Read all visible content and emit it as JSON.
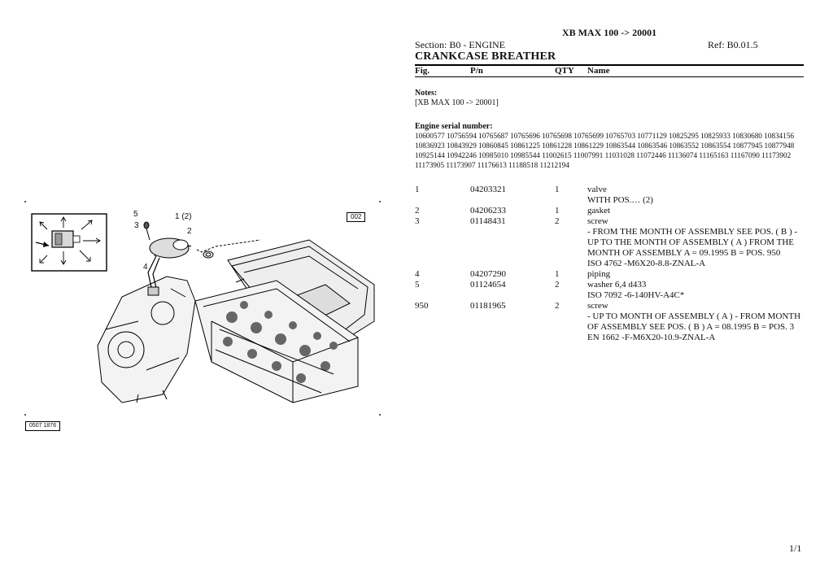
{
  "header": {
    "title": "XB MAX 100 -> 20001",
    "section": "Section: B0 - ENGINE",
    "ref": "Ref: B0.01.5",
    "part_title": "CRANKCASE BREATHER"
  },
  "columns": {
    "fig": "Fig.",
    "pn": "P/n",
    "qty": "QTY",
    "name": "Name"
  },
  "notes": {
    "label": "Notes:",
    "value": "[XB MAX 100 -> 20001]"
  },
  "engine_serial": {
    "label": "Engine serial number:",
    "numbers": "10600577 10756594 10765687 10765696 10765698 10765699 10765703 10771129 10825295 10825933 10830680 10834156 10836923 10843929 10860845 10861225 10861228 10861229 10863544 10863546 10863552 10863554 10877945 10877948 10925144 10942246 10985010 10985544 11002615 11007991 11031028 11072446 11136074 11165163 11167090 11173902 11173905 11173907 11176613 11188518 11212194"
  },
  "parts": [
    {
      "fig": "1",
      "pn": "04203321",
      "qty": "1",
      "name": "valve"
    },
    {
      "fig": "",
      "pn": "",
      "qty": "",
      "name": "WITH POS.… (2)"
    },
    {
      "fig": "2",
      "pn": "04206233",
      "qty": "1",
      "name": "gasket"
    },
    {
      "fig": "3",
      "pn": "01148431",
      "qty": "2",
      "name": "screw"
    },
    {
      "fig": "",
      "pn": "",
      "qty": "",
      "name": "- FROM THE MONTH OF ASSEMBLY SEE POS. ( B ) - UP TO THE MONTH OF ASSEMBLY ( A ) FROM THE MONTH OF ASSEMBLY A = 09.1995 B = POS. 950"
    },
    {
      "fig": "",
      "pn": "",
      "qty": "",
      "name": "ISO 4762 -M6X20-8.8-ZNAL-A"
    },
    {
      "fig": "4",
      "pn": "04207290",
      "qty": "1",
      "name": "piping"
    },
    {
      "fig": "5",
      "pn": "01124654",
      "qty": "2",
      "name": "washer 6,4 d433"
    },
    {
      "fig": "",
      "pn": "",
      "qty": "",
      "name": "ISO 7092 -6-140HV-A4C*"
    },
    {
      "fig": "950",
      "pn": "01181965",
      "qty": "2",
      "name": "screw"
    },
    {
      "fig": "",
      "pn": "",
      "qty": "",
      "name": "- UP TO MONTH OF ASSEMBLY ( A ) - FROM MONTH OF ASSEMBLY SEE POS. ( B ) A = 08.1995 B = POS. 3"
    },
    {
      "fig": "",
      "pn": "",
      "qty": "",
      "name": "EN 1662 -F-M6X20-10.9-ZNAL-A"
    }
  ],
  "diagram": {
    "box_label": "002",
    "footer_code": "0507 1876",
    "callouts": [
      "5",
      "3",
      "1 (2)",
      "2",
      "4"
    ]
  },
  "page_number": "1/1"
}
